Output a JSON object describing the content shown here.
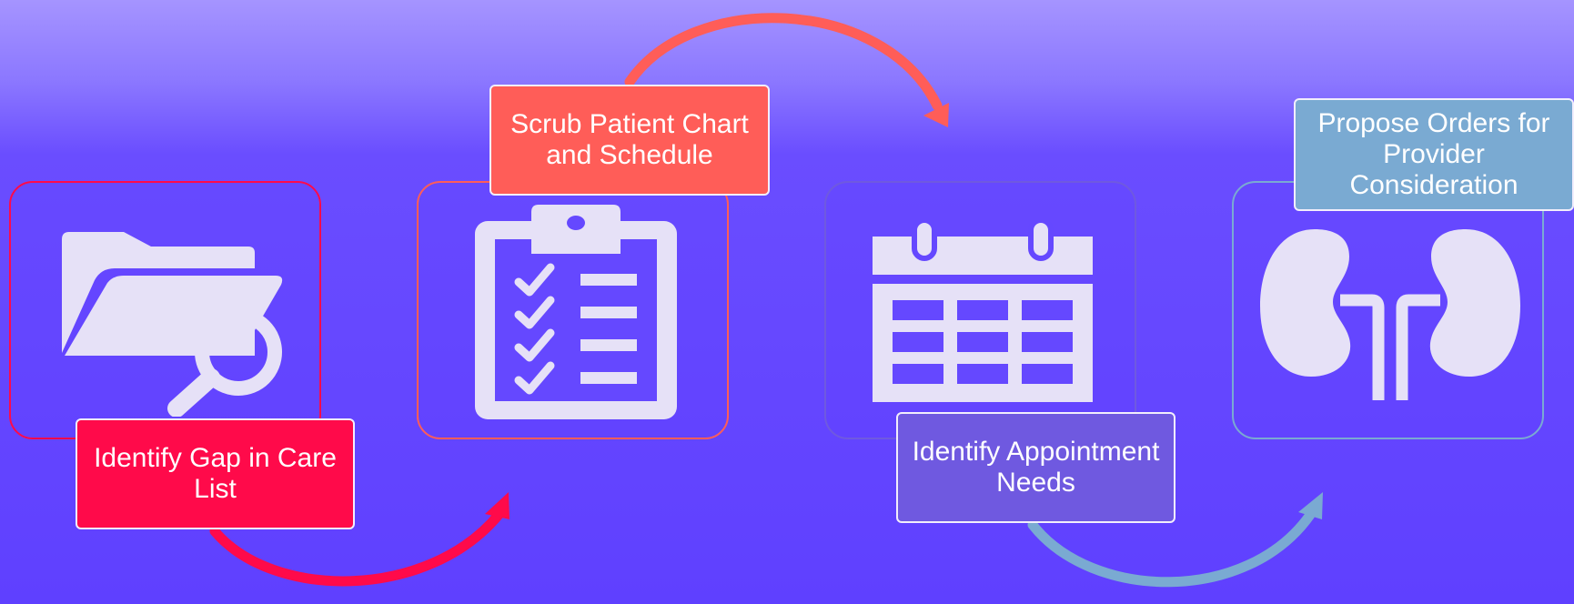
{
  "colors": {
    "step1": "#ff0a4a",
    "step2": "#ff5d58",
    "step3": "#6f59e0",
    "step4": "#7aaad2",
    "icon_fill": "#e6e1f7"
  },
  "steps": [
    {
      "label": "Identify Gap in Care List",
      "icon": "folder-search-icon"
    },
    {
      "label": "Scrub Patient Chart and Schedule",
      "icon": "clipboard-checklist-icon"
    },
    {
      "label": "Identify Appointment Needs",
      "icon": "calendar-icon"
    },
    {
      "label": "Propose Orders for Provider Consideration",
      "icon": "kidneys-icon"
    }
  ]
}
